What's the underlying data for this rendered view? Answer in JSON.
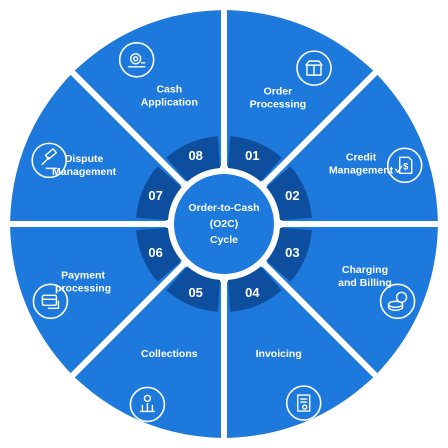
{
  "center": {
    "lines": [
      "Order-to-Cash",
      "(O2C)",
      "Cycle"
    ]
  },
  "colors": {
    "primary": "#1e79dc",
    "dark": "#0d4f9e",
    "line": "#ffffff",
    "icon_ring": "#ffffff"
  },
  "steps": [
    {
      "number": "01",
      "lines": [
        "Order",
        "Processing"
      ],
      "icon": "box-icon"
    },
    {
      "number": "02",
      "lines": [
        "Credit",
        "Management"
      ],
      "icon": "credit-check-icon"
    },
    {
      "number": "03",
      "lines": [
        "Charging",
        "and Billing"
      ],
      "icon": "coins-icon"
    },
    {
      "number": "04",
      "lines": [
        "Invoicing"
      ],
      "icon": "invoice-icon"
    },
    {
      "number": "05",
      "lines": [
        "Collections"
      ],
      "icon": "collections-icon"
    },
    {
      "number": "06",
      "lines": [
        "Payment",
        "processing"
      ],
      "icon": "payment-card-icon"
    },
    {
      "number": "07",
      "lines": [
        "Dispute",
        "Management"
      ],
      "icon": "gavel-icon"
    },
    {
      "number": "08",
      "lines": [
        "Cash",
        "Application"
      ],
      "icon": "cash-gear-icon"
    }
  ]
}
